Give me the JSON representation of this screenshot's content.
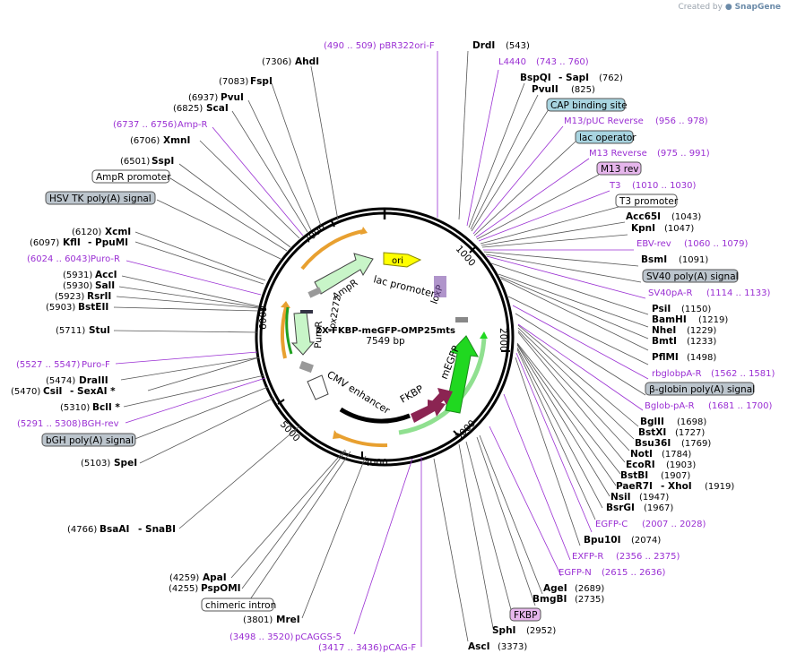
{
  "header": {
    "created_by": "Created by",
    "brand": "SnapGene"
  },
  "plasmid": {
    "name": "2X-FKBP-meGFP-OMP25mts",
    "length": "7549 bp"
  },
  "ring": {
    "tick_labels": [
      "1000",
      "2000",
      "3000",
      "4000",
      "5000",
      "6000",
      "7000"
    ],
    "color": "#000000"
  },
  "colors": {
    "primer": "#9a2fd3",
    "feature_box": "#bcc5cd",
    "promoter_box": "#ffffff",
    "ori": "#ffff00",
    "egfp": "#20d820",
    "fkbp": "#8b2452",
    "ampr": "#c8f5c8",
    "orange": "#e8a030"
  },
  "features_inner": {
    "ori": "ori",
    "lac_promoter": "lac promoter",
    "loxP": "loxP",
    "meGFP": "mEGFP",
    "FKBP": "FKBP",
    "cmv_enhancer": "CMV enhancer",
    "puroR": "PuroR",
    "ampR": "AmpR",
    "lox2272": "lox2272"
  },
  "labels_right": [
    {
      "name": "DrdI",
      "pos": "(543)",
      "type": "enzyme"
    },
    {
      "name": "L4440",
      "pos": "(743 .. 760)",
      "type": "primer"
    },
    {
      "name": "BspQI",
      "extra": "- SapI",
      "pos": "(762)",
      "type": "enzyme"
    },
    {
      "name": "PvuII",
      "pos": "(825)",
      "type": "enzyme"
    },
    {
      "name": "CAP binding site",
      "type": "box_blue"
    },
    {
      "name": "M13/pUC Reverse",
      "pos": "(956 .. 978)",
      "type": "primer"
    },
    {
      "name": "lac operator",
      "type": "box_blue"
    },
    {
      "name": "M13 Reverse",
      "pos": "(975 .. 991)",
      "type": "primer"
    },
    {
      "name": "M13 rev",
      "type": "box_pink"
    },
    {
      "name": "T3",
      "pos": "(1010 .. 1030)",
      "type": "primer"
    },
    {
      "name": "T3 promoter",
      "type": "box_white"
    },
    {
      "name": "Acc65I",
      "pos": "(1043)",
      "type": "enzyme"
    },
    {
      "name": "KpnI",
      "pos": "(1047)",
      "type": "enzyme"
    },
    {
      "name": "EBV-rev",
      "pos": "(1060 .. 1079)",
      "type": "primer"
    },
    {
      "name": "BsmI",
      "pos": "(1091)",
      "type": "enzyme"
    },
    {
      "name": "SV40 poly(A) signal",
      "type": "box_gray"
    },
    {
      "name": "SV40pA-R",
      "pos": "(1114 .. 1133)",
      "type": "primer"
    },
    {
      "name": "PsiI",
      "pos": "(1150)",
      "type": "enzyme"
    },
    {
      "name": "BamHI",
      "pos": "(1219)",
      "type": "enzyme"
    },
    {
      "name": "NheI",
      "pos": "(1229)",
      "type": "enzyme"
    },
    {
      "name": "BmtI",
      "pos": "(1233)",
      "type": "enzyme"
    },
    {
      "name": "PflMI",
      "pos": "(1498)",
      "type": "enzyme"
    },
    {
      "name": "rbglobpA-R",
      "pos": "(1562 .. 1581)",
      "type": "primer"
    },
    {
      "name": "β-globin poly(A) signal",
      "type": "box_gray"
    },
    {
      "name": "Bglob-pA-R",
      "pos": "(1681 .. 1700)",
      "type": "primer"
    },
    {
      "name": "BglII",
      "pos": "(1698)",
      "type": "enzyme"
    },
    {
      "name": "BstXI",
      "pos": "(1727)",
      "type": "enzyme"
    },
    {
      "name": "Bsu36I",
      "pos": "(1769)",
      "type": "enzyme"
    },
    {
      "name": "NotI",
      "pos": "(1784)",
      "type": "enzyme"
    },
    {
      "name": "EcoRI",
      "pos": "(1903)",
      "type": "enzyme"
    },
    {
      "name": "BstBI",
      "pos": "(1907)",
      "type": "enzyme"
    },
    {
      "name": "PaeR7I",
      "extra": "- XhoI",
      "pos": "(1919)",
      "type": "enzyme"
    },
    {
      "name": "NsiI",
      "pos": "(1947)",
      "type": "enzyme"
    },
    {
      "name": "BsrGI",
      "pos": "(1967)",
      "type": "enzyme"
    },
    {
      "name": "EGFP-C",
      "pos": "(2007 .. 2028)",
      "type": "primer"
    },
    {
      "name": "Bpu10I",
      "pos": "(2074)",
      "type": "enzyme"
    },
    {
      "name": "EXFP-R",
      "pos": "(2356 .. 2375)",
      "type": "primer"
    },
    {
      "name": "EGFP-N",
      "pos": "(2615 .. 2636)",
      "type": "primer"
    },
    {
      "name": "AgeI",
      "pos": "(2689)",
      "type": "enzyme"
    },
    {
      "name": "BmgBI",
      "pos": "(2735)",
      "type": "enzyme"
    },
    {
      "name": "FKBP",
      "type": "box_pink"
    },
    {
      "name": "SphI",
      "pos": "(2952)",
      "type": "enzyme"
    },
    {
      "name": "AscI",
      "pos": "(3373)",
      "type": "enzyme"
    }
  ],
  "labels_left": [
    {
      "name": "pBR322ori-F",
      "pos": "(490 .. 509)",
      "type": "primer"
    },
    {
      "name": "AhdI",
      "pos": "(7306)",
      "type": "enzyme"
    },
    {
      "name": "FspI",
      "pos": "(7083)",
      "type": "enzyme"
    },
    {
      "name": "PvuI",
      "pos": "(6937)",
      "type": "enzyme"
    },
    {
      "name": "ScaI",
      "pos": "(6825)",
      "type": "enzyme"
    },
    {
      "name": "Amp-R",
      "pos": "(6737 .. 6756)",
      "type": "primer"
    },
    {
      "name": "XmnI",
      "pos": "(6706)",
      "type": "enzyme"
    },
    {
      "name": "SspI",
      "pos": "(6501)",
      "type": "enzyme"
    },
    {
      "name": "AmpR promoter",
      "type": "box_white"
    },
    {
      "name": "HSV TK poly(A) signal",
      "type": "box_gray"
    },
    {
      "name": "XcmI",
      "pos": "(6120)",
      "type": "enzyme"
    },
    {
      "name": "KflI",
      "extra": "- PpuMI",
      "pos": "(6097)",
      "type": "enzyme"
    },
    {
      "name": "Puro-R",
      "pos": "(6024 .. 6043)",
      "type": "primer"
    },
    {
      "name": "AccI",
      "pos": "(5931)",
      "type": "enzyme"
    },
    {
      "name": "SalI",
      "pos": "(5930)",
      "type": "enzyme"
    },
    {
      "name": "RsrII",
      "pos": "(5923)",
      "type": "enzyme"
    },
    {
      "name": "BstEII",
      "pos": "(5903)",
      "type": "enzyme"
    },
    {
      "name": "StuI",
      "pos": "(5711)",
      "type": "enzyme"
    },
    {
      "name": "Puro-F",
      "pos": "(5527 .. 5547)",
      "type": "primer"
    },
    {
      "name": "DraIII",
      "pos": "(5474)",
      "type": "enzyme"
    },
    {
      "name": "CsiI",
      "extra": "- SexAI *",
      "pos": "(5470)",
      "type": "enzyme"
    },
    {
      "name": "BclI *",
      "pos": "(5310)",
      "type": "enzyme"
    },
    {
      "name": "BGH-rev",
      "pos": "(5291 .. 5308)",
      "type": "primer"
    },
    {
      "name": "bGH poly(A) signal",
      "type": "box_gray"
    },
    {
      "name": "SpeI",
      "pos": "(5103)",
      "type": "enzyme"
    },
    {
      "name": "BsaAI",
      "extra": "- SnaBI",
      "pos": "(4766)",
      "type": "enzyme"
    },
    {
      "name": "ApaI",
      "pos": "(4259)",
      "type": "enzyme"
    },
    {
      "name": "PspOMI",
      "pos": "(4255)",
      "type": "enzyme"
    },
    {
      "name": "chimeric intron",
      "type": "box_white"
    },
    {
      "name": "MreI",
      "pos": "(3801)",
      "type": "enzyme"
    },
    {
      "name": "pCAGGS-5",
      "pos": "(3498 .. 3520)",
      "type": "primer"
    },
    {
      "name": "pCAG-F",
      "pos": "(3417 .. 3436)",
      "type": "primer"
    }
  ]
}
